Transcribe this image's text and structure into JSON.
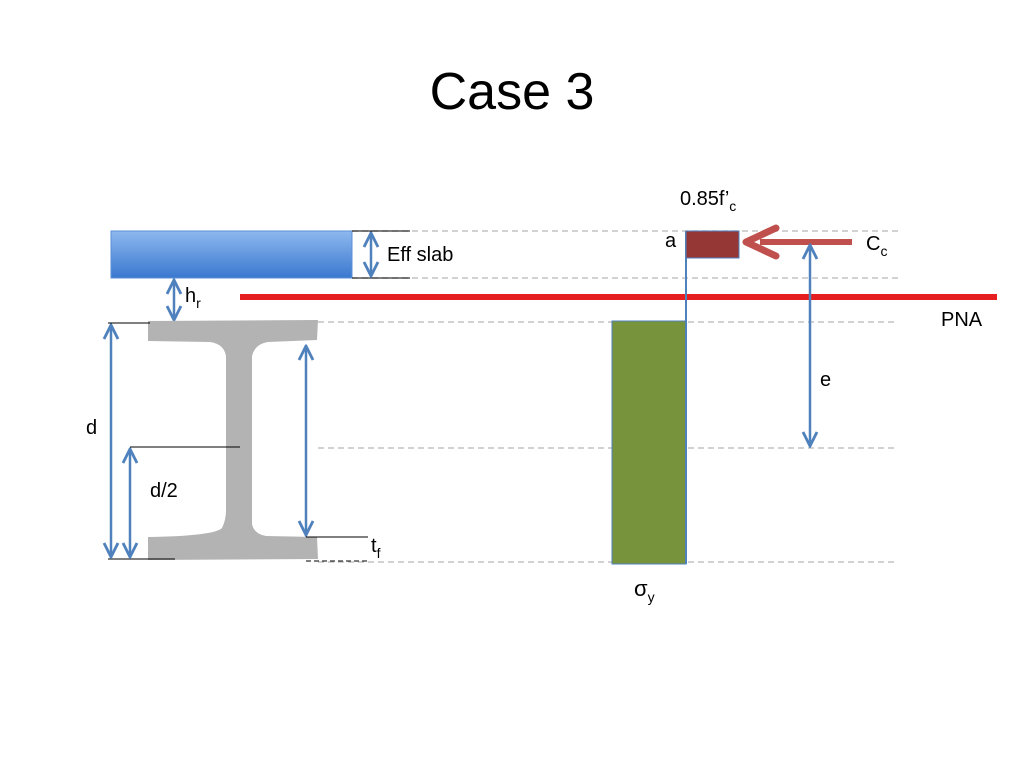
{
  "title": "Case 3",
  "labels": {
    "eff_slab": "Eff slab",
    "hr_main": "h",
    "hr_sub": "r",
    "d": "d",
    "d_half": "d/2",
    "tf_main": "t",
    "tf_sub": "f",
    "fc_main": "0.85f’",
    "fc_sub": "c",
    "a": "a",
    "cc_main": "C",
    "cc_sub": "c",
    "pna": "PNA",
    "e": "e",
    "sigma_main": "σ",
    "sigma_sub": "y"
  },
  "colors": {
    "slab": "#4a86d6",
    "beam": "#b3b3b3",
    "dimension": "#4f81bd",
    "pna_line": "#e51f1f",
    "concrete_stress": "#953735",
    "steel_stress": "#77933c",
    "force_arrow": "#c0504d",
    "guide_lines": "#bfbfbf"
  }
}
